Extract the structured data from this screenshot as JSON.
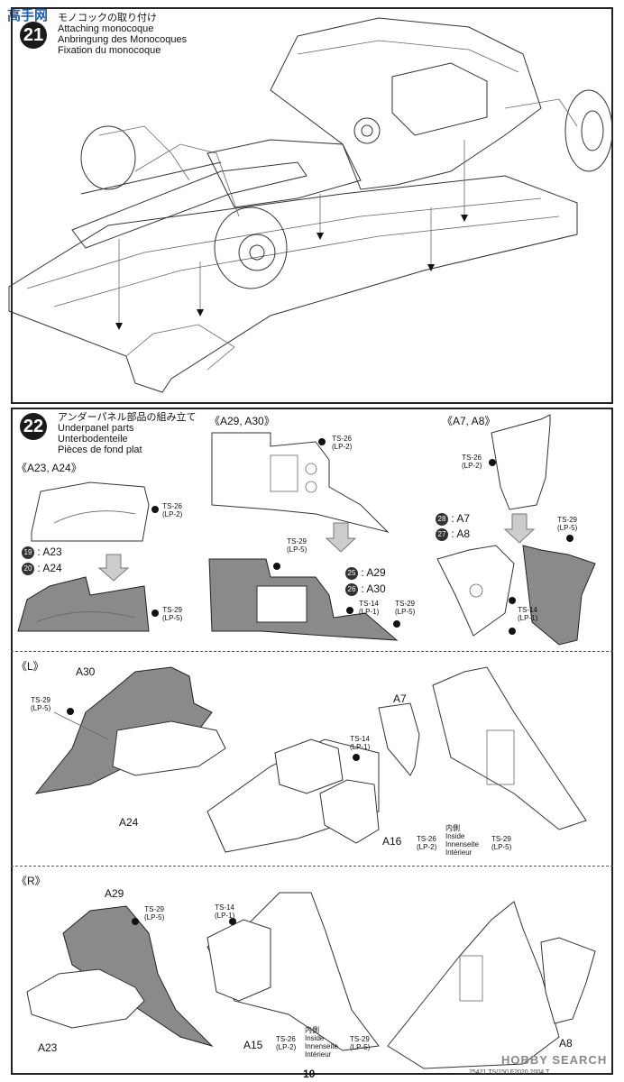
{
  "header": {
    "logo_text": "高手网"
  },
  "step21": {
    "number": "21",
    "title_jp": "モノコックの取り付け",
    "title_en": "Attaching monocoque",
    "title_de": "Anbringung des Monocoques",
    "title_fr": "Fixation du monocoque"
  },
  "step22": {
    "number": "22",
    "title_jp": "アンダーパネル部品の組み立て",
    "title_en": "Underpanel parts",
    "title_de": "Unterbodenteile",
    "title_fr": "Pièces de fond plat",
    "group1": {
      "title": "《A23, A24》",
      "paint_top": "TS-26\n(LP-2)",
      "part_a": "A23",
      "part_a_num": "19",
      "part_b": "A24",
      "part_b_num": "20",
      "paint_bottom": "TS-29\n(LP-5)"
    },
    "group2": {
      "title": "《A29, A30》",
      "paint_top": "TS-26\n(LP-2)",
      "paint_mid": "TS-29\n(LP-5)",
      "part_a": "A29",
      "part_a_num": "25",
      "part_b": "A30",
      "part_b_num": "26",
      "paint_bottom_a": "TS-14\n(LP-1)",
      "paint_bottom_b": "TS-29\n(LP-5)"
    },
    "group3": {
      "title": "《A7, A8》",
      "paint_top": "TS-26\n(LP-2)",
      "part_a": "A7",
      "part_a_num": "28",
      "part_b": "A8",
      "part_b_num": "27",
      "paint_right": "TS-29\n(LP-5)",
      "paint_bottom": "TS-14\n(LP-1)"
    }
  },
  "left_section": {
    "title": "《L》",
    "part_top": "A30",
    "paint_left": "TS-29\n(LP-5)",
    "part_bottom": "A24",
    "paint_center": "TS-14\n(LP-1)",
    "part_a7": "A7",
    "part_a16": "A16",
    "note_paint": "TS-26\n(LP-2)",
    "note_inside": "内側\nInside\nInnenseite\nIntérieur",
    "note_paint_right": "TS-29\n(LP-5)"
  },
  "right_section": {
    "title": "《R》",
    "part_top": "A29",
    "paint_right": "TS-29\n(LP-5)",
    "paint_center": "TS-14\n(LP-1)",
    "part_bottom": "A23",
    "part_a15": "A15",
    "note_paint": "TS-26\n(LP-2)",
    "note_inside": "内側\nInside\nInnenseite\nIntérieur",
    "note_paint_right": "TS-29\n(LP-5)",
    "part_a8": "A8"
  },
  "footer": {
    "page_number": "10",
    "watermark": "HOBBY SEARCH",
    "code": "25421 TS/150 F2020 2004 T"
  }
}
